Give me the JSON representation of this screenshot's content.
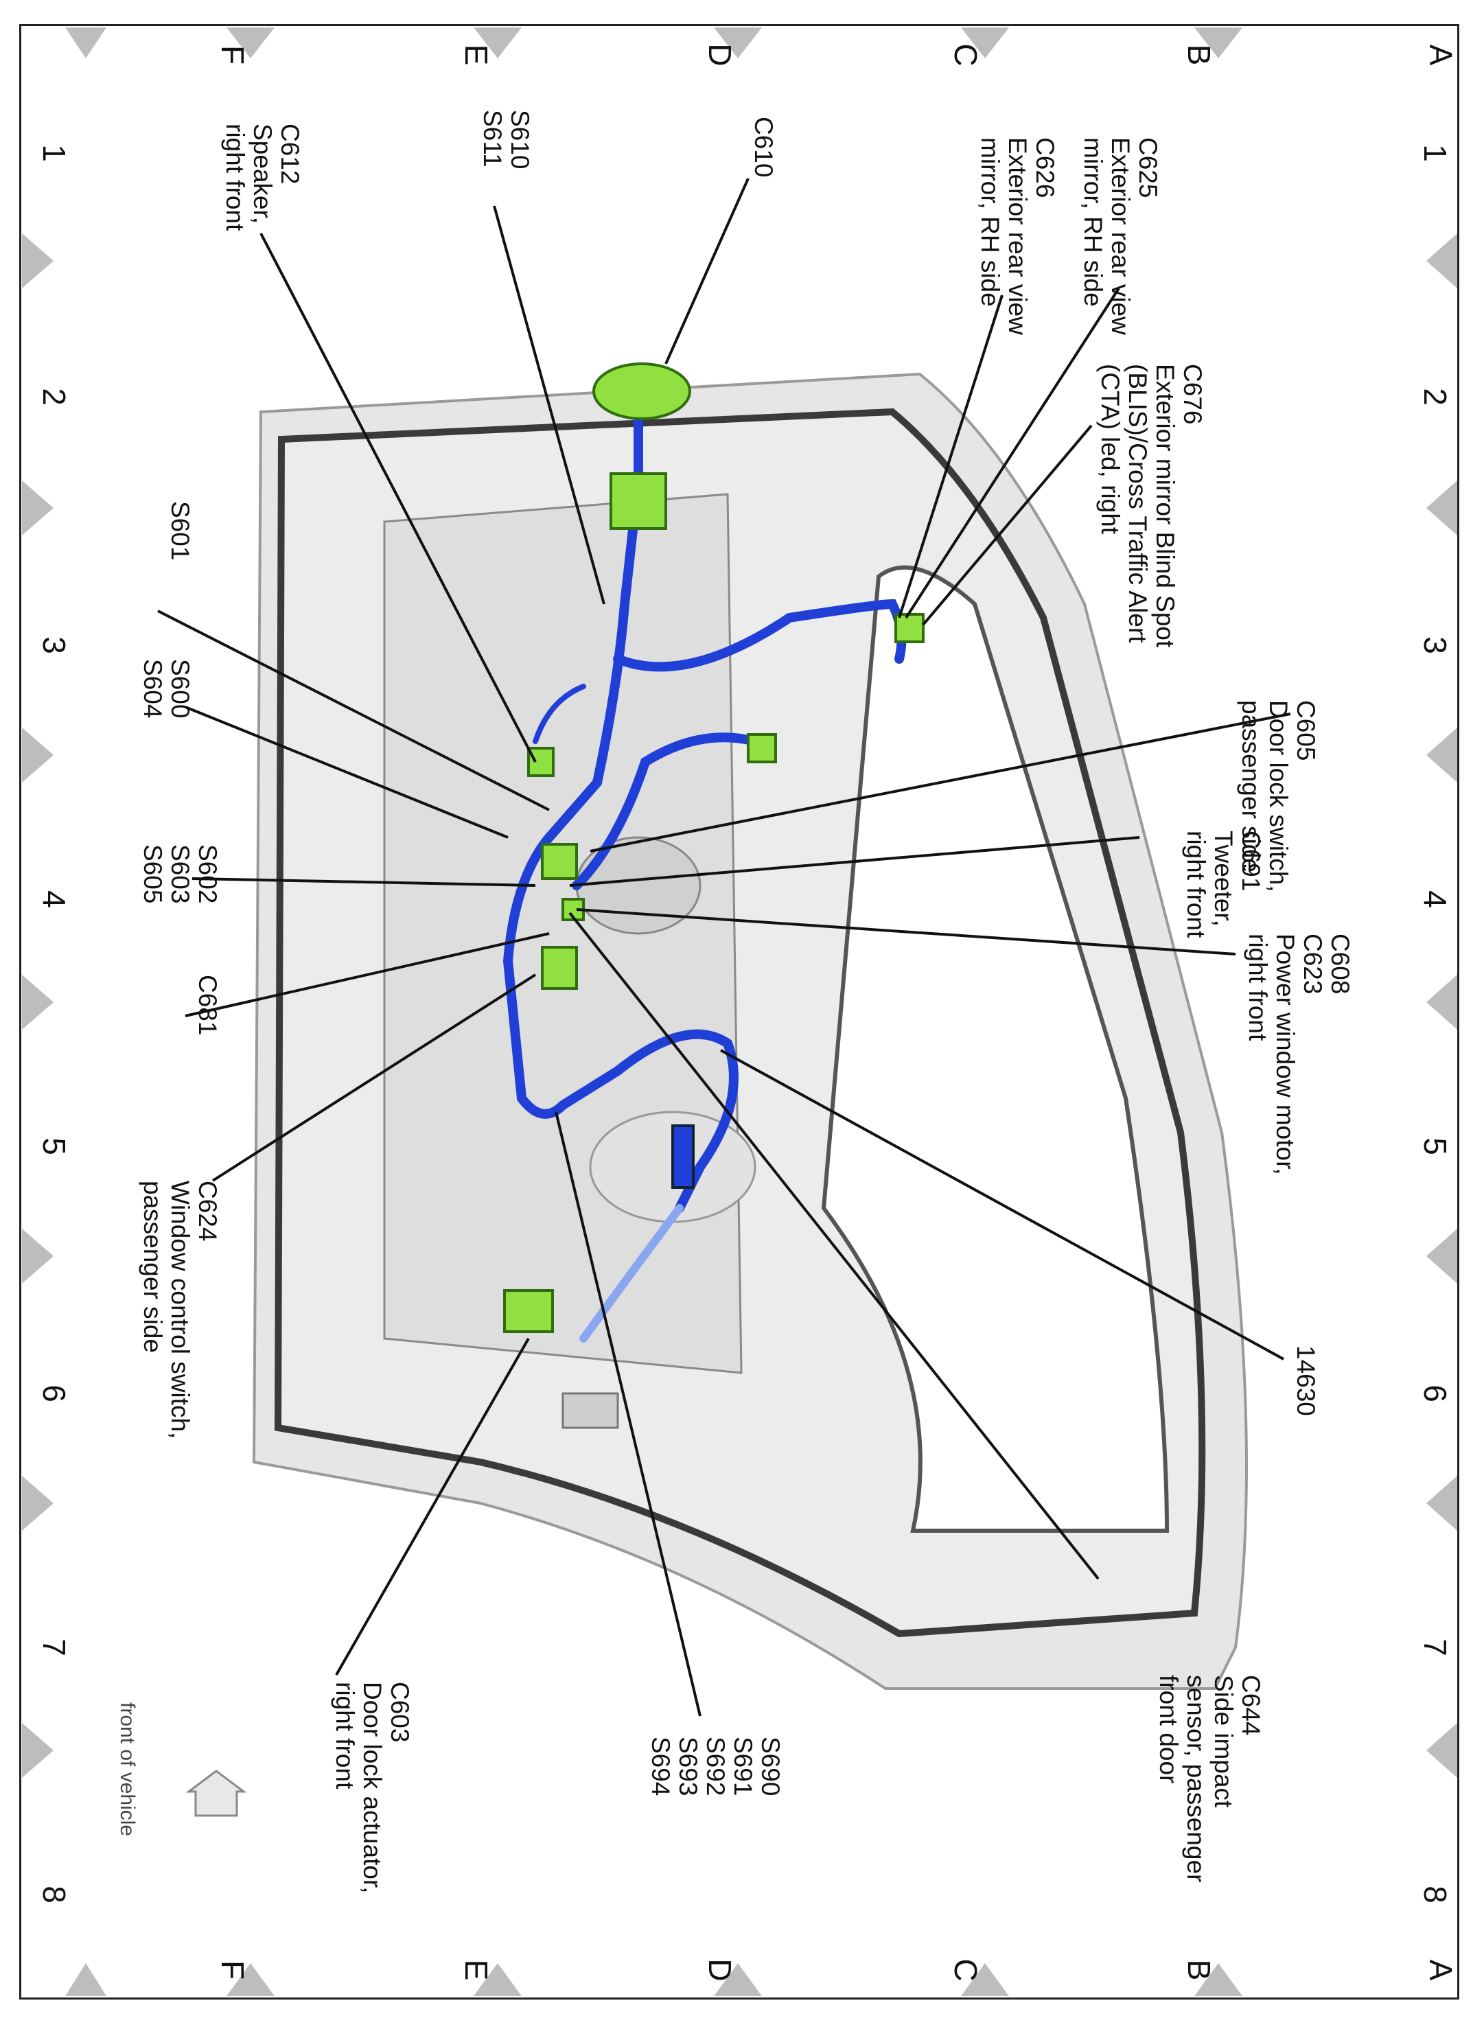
{
  "grid": {
    "columns": [
      "1",
      "2",
      "3",
      "4",
      "5",
      "6",
      "7",
      "8"
    ],
    "rows": [
      "A",
      "B",
      "C",
      "D",
      "E",
      "F"
    ]
  },
  "labels": {
    "c676": "C676\nExterior mirror Blind Spot\n(BLIS)/Cross Traffic Alert\n(CTA) led, right",
    "c625": "C625\nExterior rear view\nmirror, RH side",
    "c626": "C626\nExterior rear view\nmirror, RH side",
    "c610": "C610",
    "s610": "S610\nS611",
    "c612": "C612\nSpeaker,\nright front",
    "c605": "C605\nDoor lock switch,\npassenger side",
    "c691": "C691\nTweeter,\nright front",
    "c608": "C608\nC623\nPower window motor,\nright front",
    "s601": "S601",
    "s600": "S600\nS604",
    "s602": "S602\nS603\nS605",
    "c681": "C681",
    "c624": "C624\nWindow control switch,\npassenger side",
    "w14630": "14630",
    "c644": "C644\nSide impact\nsensor, passenger\nfront door",
    "s690": "S690\nS691\nS692\nS693\nS694",
    "c603": "C603\nDoor lock actuator,\nright front"
  },
  "front_indicator": "front of vehicle",
  "colors": {
    "wire": "#1f3fd6",
    "connector": "#8fe040",
    "panel": "#e6e6e6",
    "grid_marker": "#bdbdbd"
  }
}
